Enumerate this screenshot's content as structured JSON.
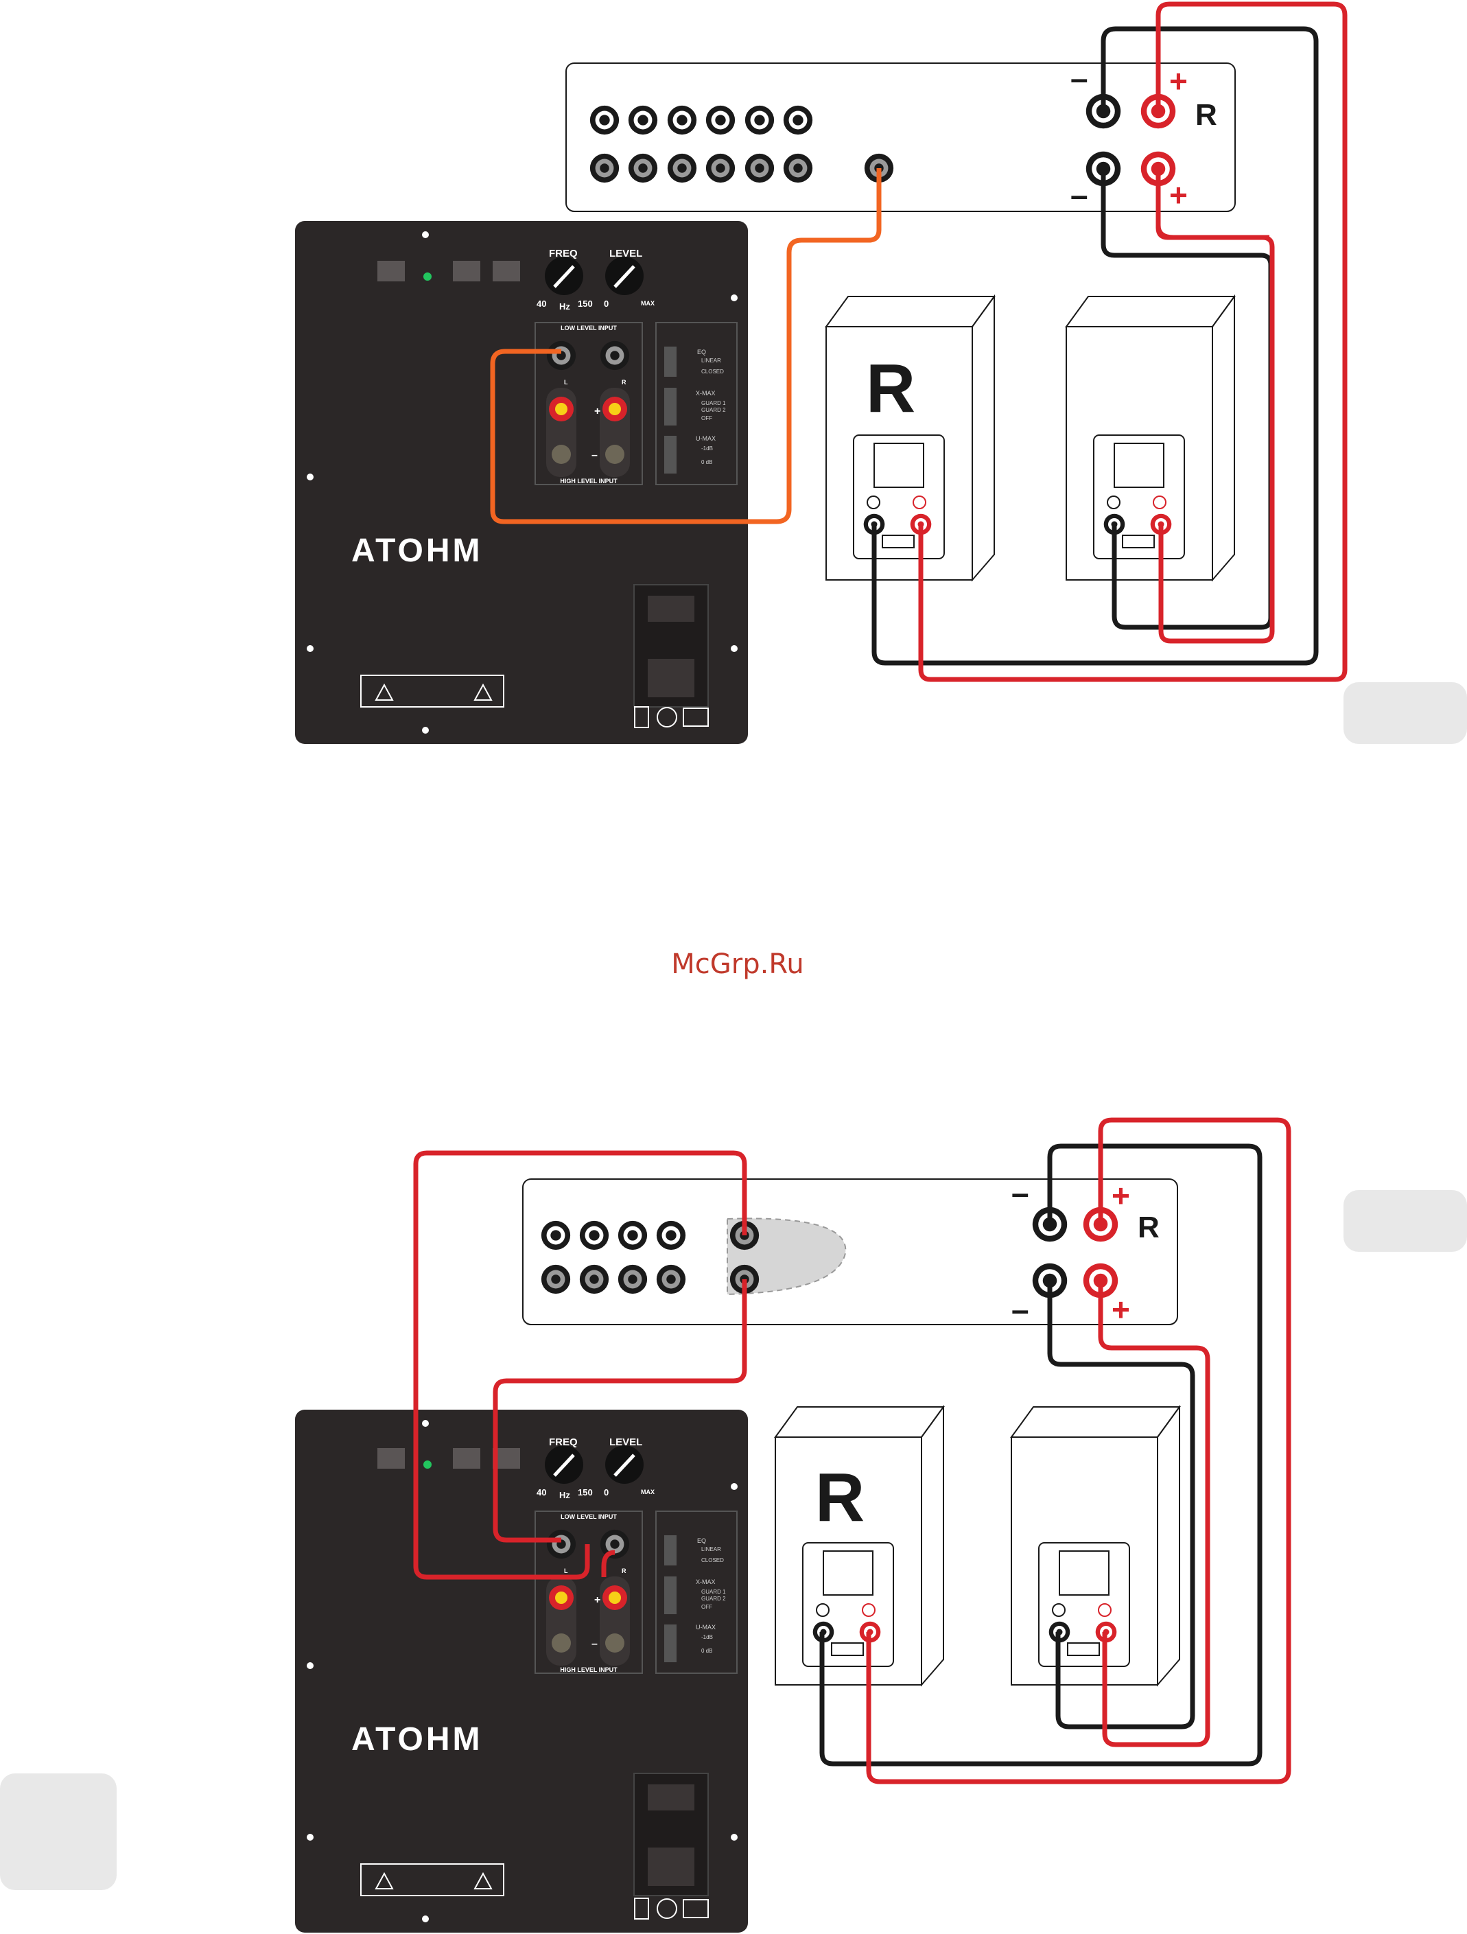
{
  "watermark": "McGrp.Ru",
  "colors": {
    "positive_wire": "#d8232a",
    "negative_wire": "#1a1a1a",
    "signal_wire": "#f26522",
    "panel": "#2b2727",
    "terminal_yellow": "#f7d117"
  },
  "diagrams": [
    {
      "subwoofer": {
        "brand": "ATOHM",
        "freq_label": "FREQ",
        "level_label": "LEVEL",
        "freq_min": "40",
        "freq_unit": "Hz",
        "freq_max": "150",
        "level_min": "0",
        "level_max": "MAX",
        "low_level_input": "LOW LEVEL INPUT",
        "high_level_input": "HIGH LEVEL INPUT",
        "left": "L",
        "right": "R",
        "plus": "+",
        "minus": "–",
        "eq_label": "EQ",
        "eq_options": [
          "LINEAR",
          "CLOSED"
        ],
        "xmax_label": "X-MAX",
        "xmax_options": [
          "GUARD 1",
          "GUARD 2",
          "OFF"
        ],
        "umax_label": "U-MAX",
        "umax_options": [
          "-1dB",
          "0 dB"
        ]
      },
      "amplifier": {
        "channel": "R",
        "plus": "+",
        "minus": "–"
      },
      "speakers": [
        {
          "label": "R"
        },
        {
          "label": ""
        }
      ]
    },
    {
      "subwoofer": {
        "brand": "ATOHM",
        "freq_label": "FREQ",
        "level_label": "LEVEL",
        "freq_min": "40",
        "freq_unit": "Hz",
        "freq_max": "150",
        "level_min": "0",
        "level_max": "MAX",
        "low_level_input": "LOW LEVEL INPUT",
        "high_level_input": "HIGH LEVEL INPUT",
        "left": "L",
        "right": "R",
        "plus": "+",
        "minus": "–",
        "eq_label": "EQ",
        "eq_options": [
          "LINEAR",
          "CLOSED"
        ],
        "xmax_label": "X-MAX",
        "xmax_options": [
          "GUARD 1",
          "GUARD 2",
          "OFF"
        ],
        "umax_label": "U-MAX",
        "umax_options": [
          "-1dB",
          "0 dB"
        ]
      },
      "amplifier": {
        "channel": "R",
        "plus": "+",
        "minus": "–"
      },
      "speakers": [
        {
          "label": "R"
        },
        {
          "label": ""
        }
      ]
    }
  ]
}
